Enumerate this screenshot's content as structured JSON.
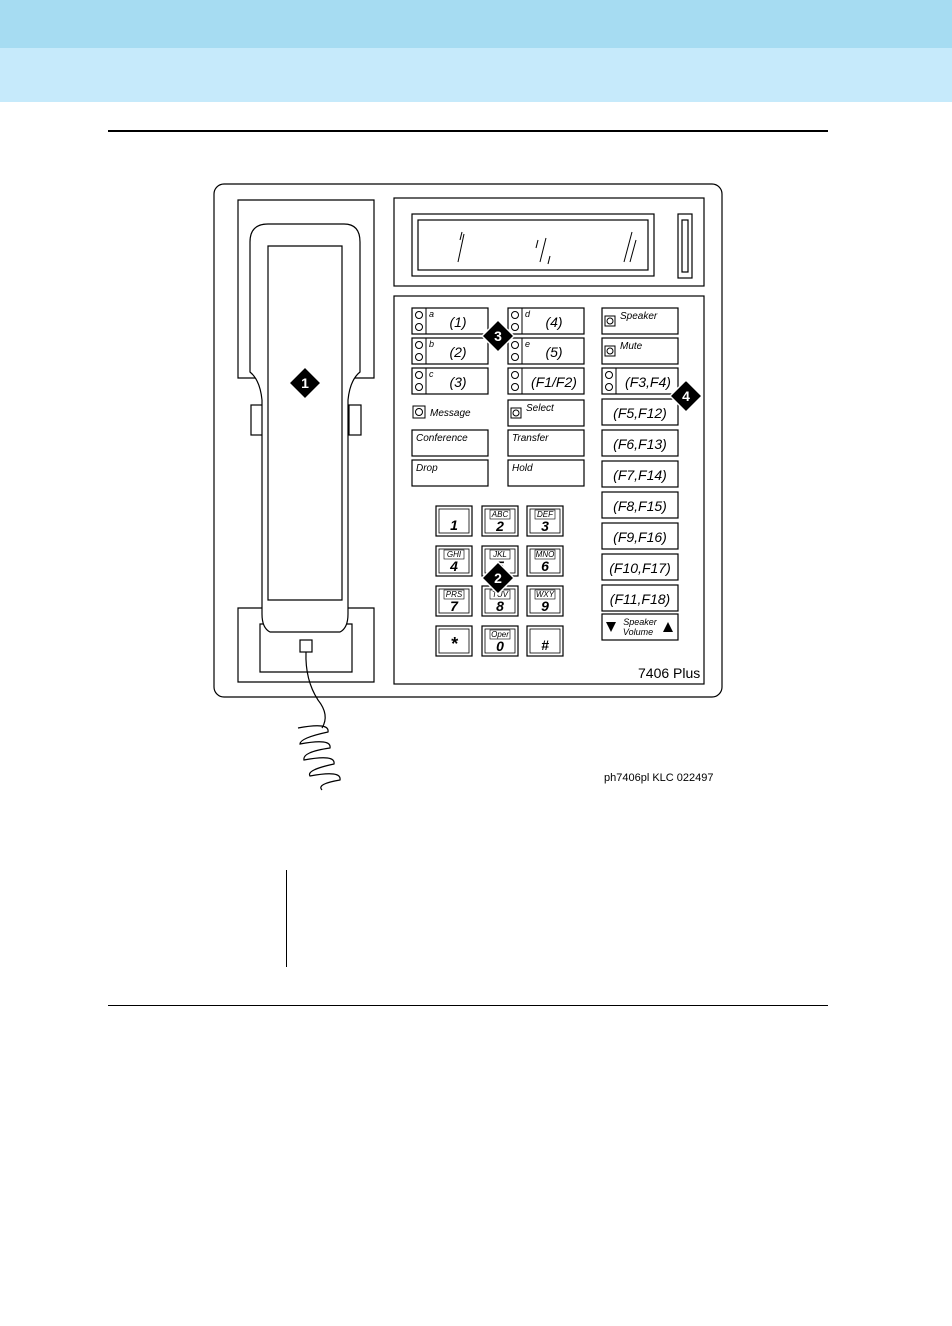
{
  "phone": {
    "model": "7406 Plus",
    "line_buttons": [
      {
        "letter": "a",
        "label": "(1)"
      },
      {
        "letter": "b",
        "label": "(2)"
      },
      {
        "letter": "c",
        "label": "(3)"
      },
      {
        "letter": "d",
        "label": "(4)"
      },
      {
        "letter": "e",
        "label": "(5)"
      },
      {
        "letter": "",
        "label": "(F1/F2)"
      }
    ],
    "message_label": "Message",
    "select_label": "Select",
    "conference_label": "Conference",
    "transfer_label": "Transfer",
    "drop_label": "Drop",
    "hold_label": "Hold",
    "speaker_label": "Speaker",
    "mute_label": "Mute",
    "feature_buttons": [
      "(F3,F4)",
      "(F5,F12)",
      "(F6,F13)",
      "(F7,F14)",
      "(F8,F15)",
      "(F9,F16)",
      "(F10,F17)",
      "(F11,F18)"
    ],
    "volume_label_1": "Speaker",
    "volume_label_2": "Volume",
    "keypad": [
      {
        "digit": "1",
        "letters": ""
      },
      {
        "digit": "2",
        "letters": "ABC"
      },
      {
        "digit": "3",
        "letters": "DEF"
      },
      {
        "digit": "4",
        "letters": "GHI"
      },
      {
        "digit": "5",
        "letters": "JKL"
      },
      {
        "digit": "6",
        "letters": "MNO"
      },
      {
        "digit": "7",
        "letters": "PRS"
      },
      {
        "digit": "8",
        "letters": "TUV"
      },
      {
        "digit": "9",
        "letters": "WXY"
      },
      {
        "digit": "*",
        "letters": ""
      },
      {
        "digit": "0",
        "letters": "Oper"
      },
      {
        "digit": "#",
        "letters": ""
      }
    ],
    "callouts": [
      "1",
      "2",
      "3",
      "4"
    ]
  },
  "figure_caption": "ph7406pl KLC 022497",
  "colors": {
    "header_dark": "#a6dcf2",
    "header_light": "#c6eafb"
  }
}
